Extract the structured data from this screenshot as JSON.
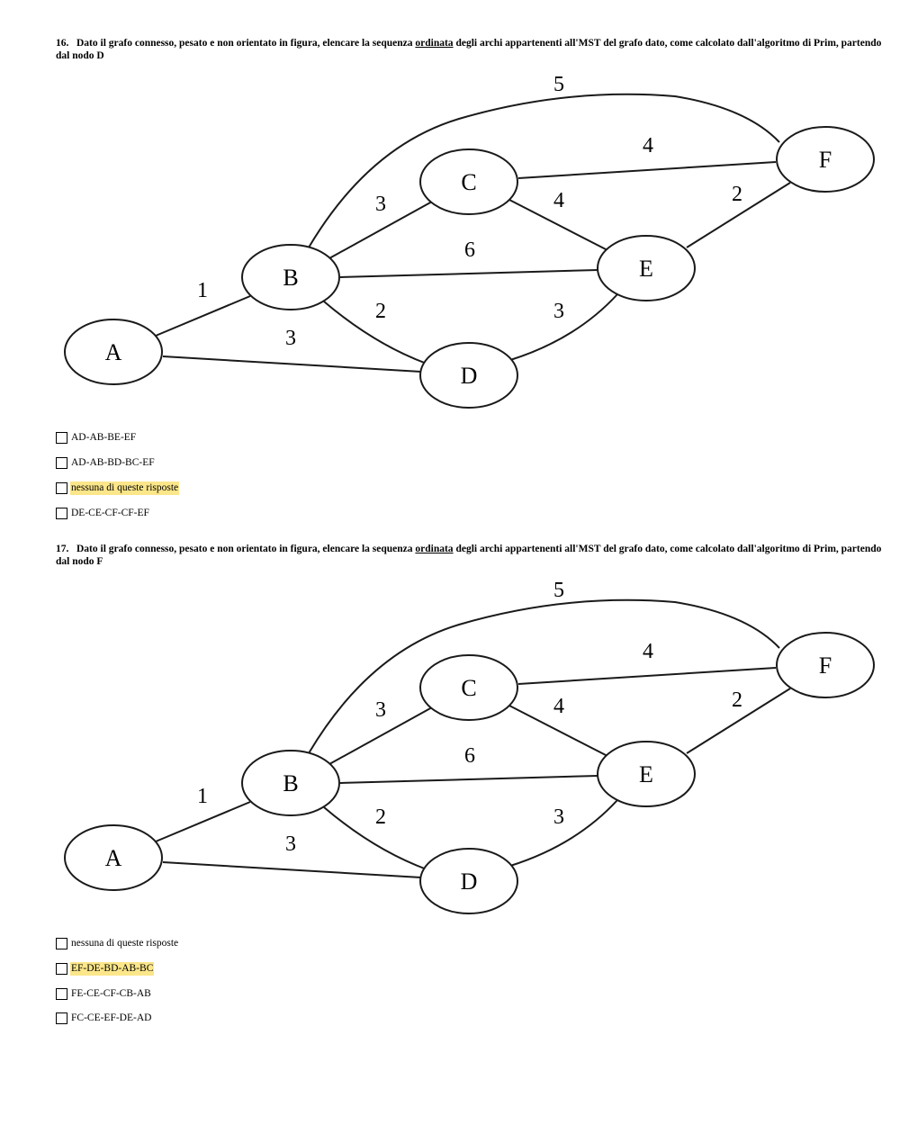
{
  "questions": [
    {
      "number": "16.",
      "text_before": "Dato il grafo connesso, pesato e non orientato in figura, elencare la sequenza",
      "text_underlined": "ordinata",
      "text_after": "degli archi appartenenti all'MST del grafo dato, come calcolato dall'algoritmo di Prim, partendo dal nodo D",
      "graph": {
        "nodes": [
          "A",
          "B",
          "C",
          "D",
          "E",
          "F"
        ],
        "edges": [
          {
            "from": "A",
            "to": "B",
            "weight": "1"
          },
          {
            "from": "A",
            "to": "D",
            "weight": "3"
          },
          {
            "from": "B",
            "to": "C",
            "weight": "3"
          },
          {
            "from": "B",
            "to": "E",
            "weight": "6"
          },
          {
            "from": "B",
            "to": "D",
            "weight": "2"
          },
          {
            "from": "B",
            "to": "F",
            "weight": "5"
          },
          {
            "from": "C",
            "to": "F",
            "weight": "4"
          },
          {
            "from": "C",
            "to": "E",
            "weight": "4"
          },
          {
            "from": "E",
            "to": "F",
            "weight": "2"
          },
          {
            "from": "D",
            "to": "E",
            "weight": "3"
          }
        ]
      },
      "options": [
        {
          "label": "AD-AB-BE-EF",
          "highlighted": false
        },
        {
          "label": "AD-AB-BD-BC-EF",
          "highlighted": false
        },
        {
          "label": "nessuna di queste risposte",
          "highlighted": true
        },
        {
          "label": "DE-CE-CF-CF-EF",
          "highlighted": false
        }
      ]
    },
    {
      "number": "17.",
      "text_before": "Dato il grafo connesso, pesato e non orientato in figura, elencare la sequenza",
      "text_underlined": "ordinata",
      "text_after": "degli archi appartenenti all'MST del grafo dato, come calcolato dall'algoritmo di Prim, partendo dal nodo F",
      "graph": {
        "nodes": [
          "A",
          "B",
          "C",
          "D",
          "E",
          "F"
        ],
        "edges": [
          {
            "from": "A",
            "to": "B",
            "weight": "1"
          },
          {
            "from": "A",
            "to": "D",
            "weight": "3"
          },
          {
            "from": "B",
            "to": "C",
            "weight": "3"
          },
          {
            "from": "B",
            "to": "E",
            "weight": "6"
          },
          {
            "from": "B",
            "to": "D",
            "weight": "2"
          },
          {
            "from": "B",
            "to": "F",
            "weight": "5"
          },
          {
            "from": "C",
            "to": "F",
            "weight": "4"
          },
          {
            "from": "C",
            "to": "E",
            "weight": "4"
          },
          {
            "from": "E",
            "to": "F",
            "weight": "2"
          },
          {
            "from": "D",
            "to": "E",
            "weight": "3"
          }
        ]
      },
      "options": [
        {
          "label": "nessuna di queste risposte",
          "highlighted": false
        },
        {
          "label": "EF-DE-BD-AB-BC",
          "highlighted": true
        },
        {
          "label": "FE-CE-CF-CB-AB",
          "highlighted": false
        },
        {
          "label": "FC-CE-EF-DE-AD",
          "highlighted": false
        }
      ]
    }
  ],
  "colors": {
    "highlight": "#fbe68a"
  }
}
